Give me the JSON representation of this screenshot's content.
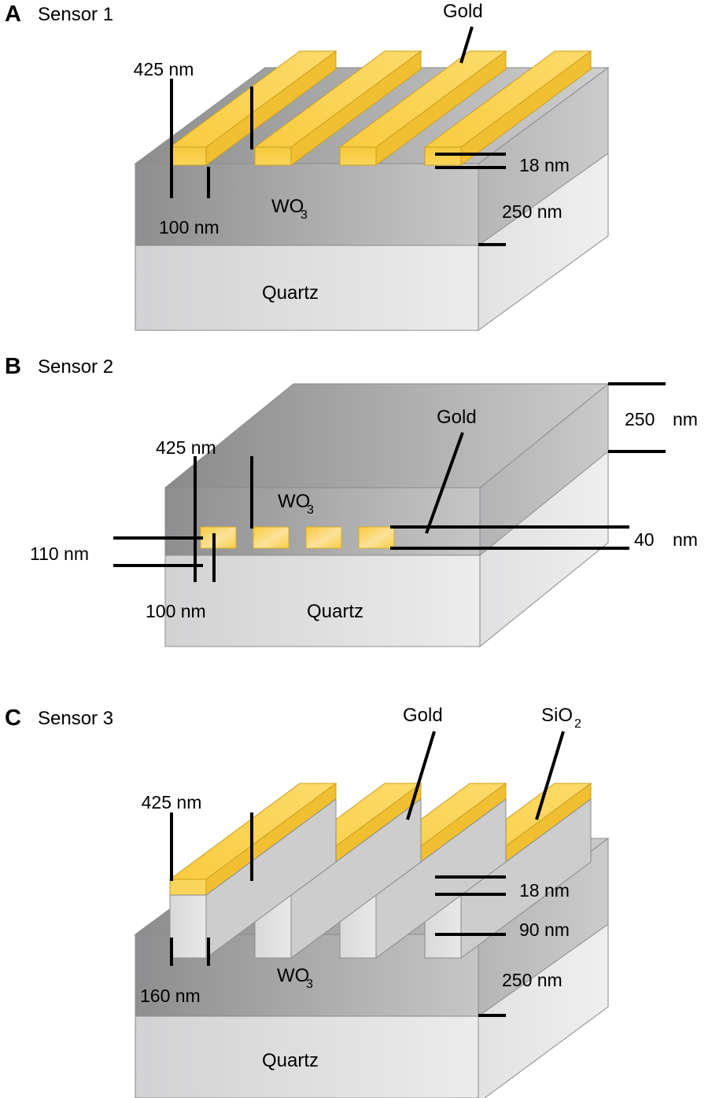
{
  "figure": {
    "type": "schematic-diagram",
    "description": "Three-dimensional schematics of three plasmonic gas sensor layer stacks"
  },
  "panels": [
    {
      "letter": "A",
      "title": "Sensor 1",
      "materials": {
        "gold": "Gold",
        "wo3": "WO",
        "wo3_sub": "3",
        "quartz": "Quartz"
      },
      "dimensions": {
        "period": "425 nm",
        "width": "100 nm",
        "gold_thickness": "18 nm",
        "wo3_thickness": "250 nm"
      },
      "structure": "Gold grating stripes on top of a WO3 film on a quartz substrate"
    },
    {
      "letter": "B",
      "title": "Sensor 2",
      "materials": {
        "gold": "Gold",
        "wo3": "WO",
        "wo3_sub": "3",
        "quartz": "Quartz"
      },
      "dimensions": {
        "period": "425 nm",
        "width": "100 nm",
        "depth_to_quartz": "110 nm",
        "gold_thickness_value": "40",
        "gold_thickness_unit": "nm",
        "wo3_thickness_value": "250",
        "wo3_thickness_unit": "nm"
      },
      "structure": "Gold stripes embedded inside a WO3 film on a quartz substrate"
    },
    {
      "letter": "C",
      "title": "Sensor 3",
      "materials": {
        "gold": "Gold",
        "sio2": "SiO",
        "sio2_sub": "2",
        "wo3": "WO",
        "wo3_sub": "3",
        "quartz": "Quartz"
      },
      "dimensions": {
        "period": "425 nm",
        "width": "160 nm",
        "gold_thickness": "18 nm",
        "sio2_thickness": "90 nm",
        "wo3_thickness": "250 nm"
      },
      "structure": "Gold-capped SiO2 ridges on a WO3 film on a quartz substrate"
    }
  ],
  "colors": {
    "gold_top": "#fbd24f",
    "gold_front": "#fcd66b",
    "gold_side": "#f3c63c",
    "gold_edge": "#c9a01f",
    "gray_top_dark": "#8e8e8e",
    "gray_top_light": "#c8c8c8",
    "wo3_front_left": "#8e8e90",
    "wo3_front_right": "#c6c6c6",
    "quartz_front_left": "#d2d2d4",
    "quartz_front_right": "#ececec",
    "sio2": "#dcdcdc",
    "outline": "#7a7a7a",
    "dim_line": "#000000"
  }
}
